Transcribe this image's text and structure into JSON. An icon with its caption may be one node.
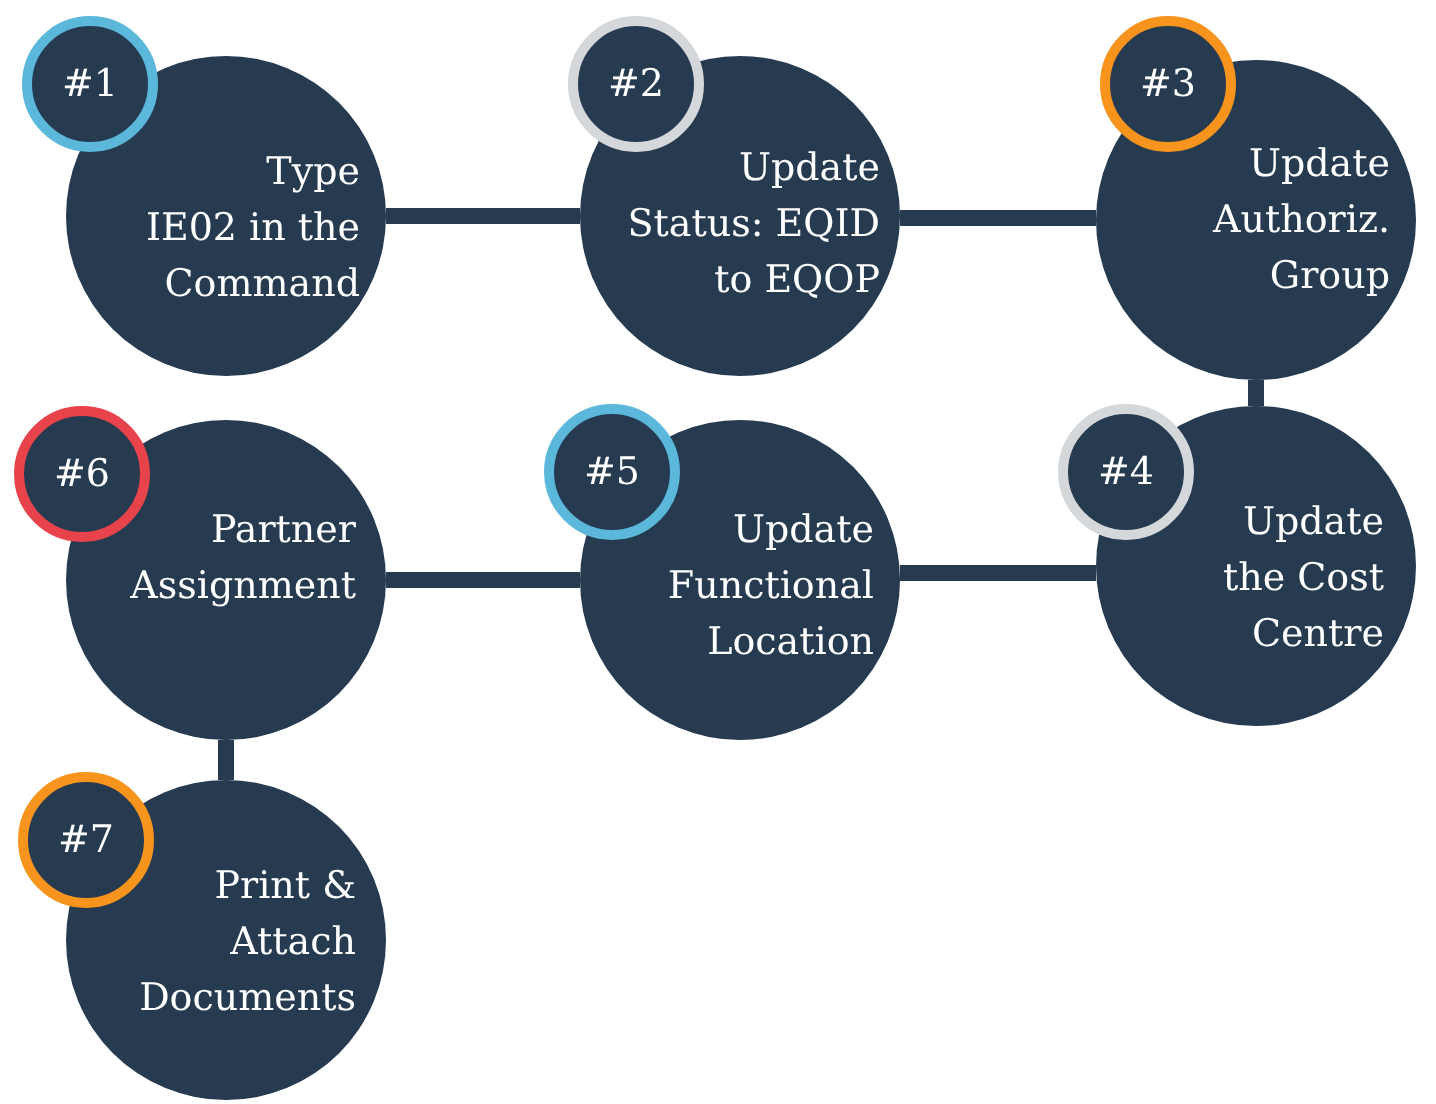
{
  "diagram": {
    "nodes": [
      {
        "text": [
          "Type IE02 in the Command"
        ]
      },
      {
        "text": [
          "#1"
        ]
      },
      {
        "text": [
          "Update Status: EQID to EQOP"
        ]
      },
      {
        "text": [
          "#2"
        ]
      },
      {
        "text": [
          "Update Authoriz. Group"
        ]
      },
      {
        "text": [
          "#3"
        ]
      },
      {
        "text": [
          "Update the Cost Centre"
        ]
      },
      {
        "text": [
          "#4"
        ]
      },
      {
        "text": [
          "Update Functional Location"
        ]
      },
      {
        "text": [
          "#5"
        ]
      },
      {
        "text": [
          "Partner Assignment"
        ]
      },
      {
        "text": [
          "#6"
        ]
      },
      {
        "text": [
          "Print & Attach Documents"
        ]
      },
      {
        "text": [
          "#7"
        ]
      }
    ],
    "edges": [
      {
        "from": 0,
        "to": 2,
        "arrow": "none"
      },
      {
        "from": 2,
        "to": 4,
        "arrow": "none"
      },
      {
        "from": 4,
        "to": 6,
        "arrow": "none"
      },
      {
        "from": 6,
        "to": 8,
        "arrow": "none"
      },
      {
        "from": 8,
        "to": 10,
        "arrow": "none"
      },
      {
        "from": 10,
        "to": 12,
        "arrow": "none"
      }
    ]
  }
}
